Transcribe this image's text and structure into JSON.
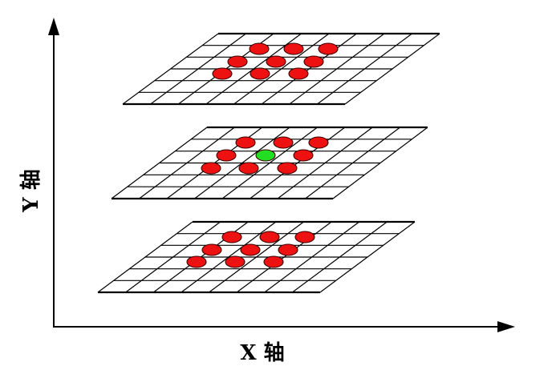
{
  "diagram": {
    "x_axis_label": "X 轴",
    "y_axis_label": "Y 轴",
    "colors": {
      "axis": "#000000",
      "grid": "#000000",
      "neighbor_point": "#ee1111",
      "center_point": "#22dd22"
    },
    "layers": [
      {
        "name": "top-layer",
        "points": [
          {
            "type": "neighbor"
          },
          {
            "type": "neighbor"
          },
          {
            "type": "neighbor"
          },
          {
            "type": "neighbor"
          },
          {
            "type": "neighbor"
          },
          {
            "type": "neighbor"
          },
          {
            "type": "neighbor"
          },
          {
            "type": "neighbor"
          },
          {
            "type": "neighbor"
          }
        ]
      },
      {
        "name": "middle-layer",
        "points": [
          {
            "type": "neighbor"
          },
          {
            "type": "neighbor"
          },
          {
            "type": "neighbor"
          },
          {
            "type": "neighbor"
          },
          {
            "type": "center"
          },
          {
            "type": "neighbor"
          },
          {
            "type": "neighbor"
          },
          {
            "type": "neighbor"
          },
          {
            "type": "neighbor"
          }
        ]
      },
      {
        "name": "bottom-layer",
        "points": [
          {
            "type": "neighbor"
          },
          {
            "type": "neighbor"
          },
          {
            "type": "neighbor"
          },
          {
            "type": "neighbor"
          },
          {
            "type": "neighbor"
          },
          {
            "type": "neighbor"
          },
          {
            "type": "neighbor"
          },
          {
            "type": "neighbor"
          },
          {
            "type": "neighbor"
          }
        ]
      }
    ]
  }
}
